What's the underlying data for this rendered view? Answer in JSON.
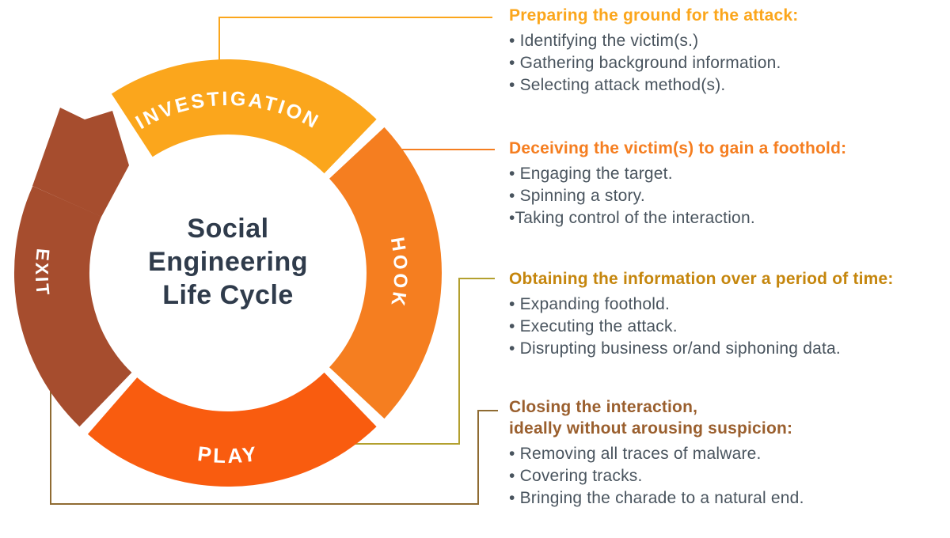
{
  "background": "#FFFFFF",
  "text_color": "#49545E",
  "diagram": {
    "title": {
      "lines": [
        "Social",
        "Engineering",
        "Life Cycle"
      ],
      "color": "#2F3B4B"
    },
    "arrow": {
      "direction": "clockwise",
      "color": "#A64D2E"
    },
    "segments": [
      {
        "name": "investigation",
        "label": "INVESTIGATION",
        "color": "#FBA61C"
      },
      {
        "name": "hook",
        "label": "HOOK",
        "color": "#F57E20"
      },
      {
        "name": "play",
        "label": "PLAY",
        "color": "#F95C0F"
      },
      {
        "name": "exit",
        "label": "EXIT",
        "color": "#A64D2E"
      }
    ]
  },
  "callouts": [
    {
      "segment": "investigation",
      "heading_lines": [
        "Preparing the ground for the attack:"
      ],
      "heading_color": "#FBA61C",
      "connector_color": "#FBA61C",
      "bullets": [
        "• Identifying the victim(s.)",
        "• Gathering background information.",
        "• Selecting attack method(s)."
      ]
    },
    {
      "segment": "hook",
      "heading_lines": [
        "Deceiving the victim(s) to gain a foothold:"
      ],
      "heading_color": "#F57E20",
      "connector_color": "#F57E20",
      "bullets": [
        "• Engaging the target.",
        "• Spinning a story.",
        "•Taking control of the interaction."
      ]
    },
    {
      "segment": "play",
      "heading_lines": [
        "Obtaining the information over a period of time:"
      ],
      "heading_color": "#C5860D",
      "connector_color": "#B3A02F",
      "bullets": [
        "• Expanding foothold.",
        "• Executing the attack.",
        "• Disrupting business or/and siphoning data."
      ]
    },
    {
      "segment": "exit",
      "heading_lines": [
        "Closing the interaction,",
        "ideally without arousing suspicion:"
      ],
      "heading_color": "#9A5F2E",
      "connector_color": "#8F6B32",
      "bullets": [
        "• Removing all traces of malware.",
        "• Covering tracks.",
        "• Bringing the charade to a natural end."
      ]
    }
  ]
}
